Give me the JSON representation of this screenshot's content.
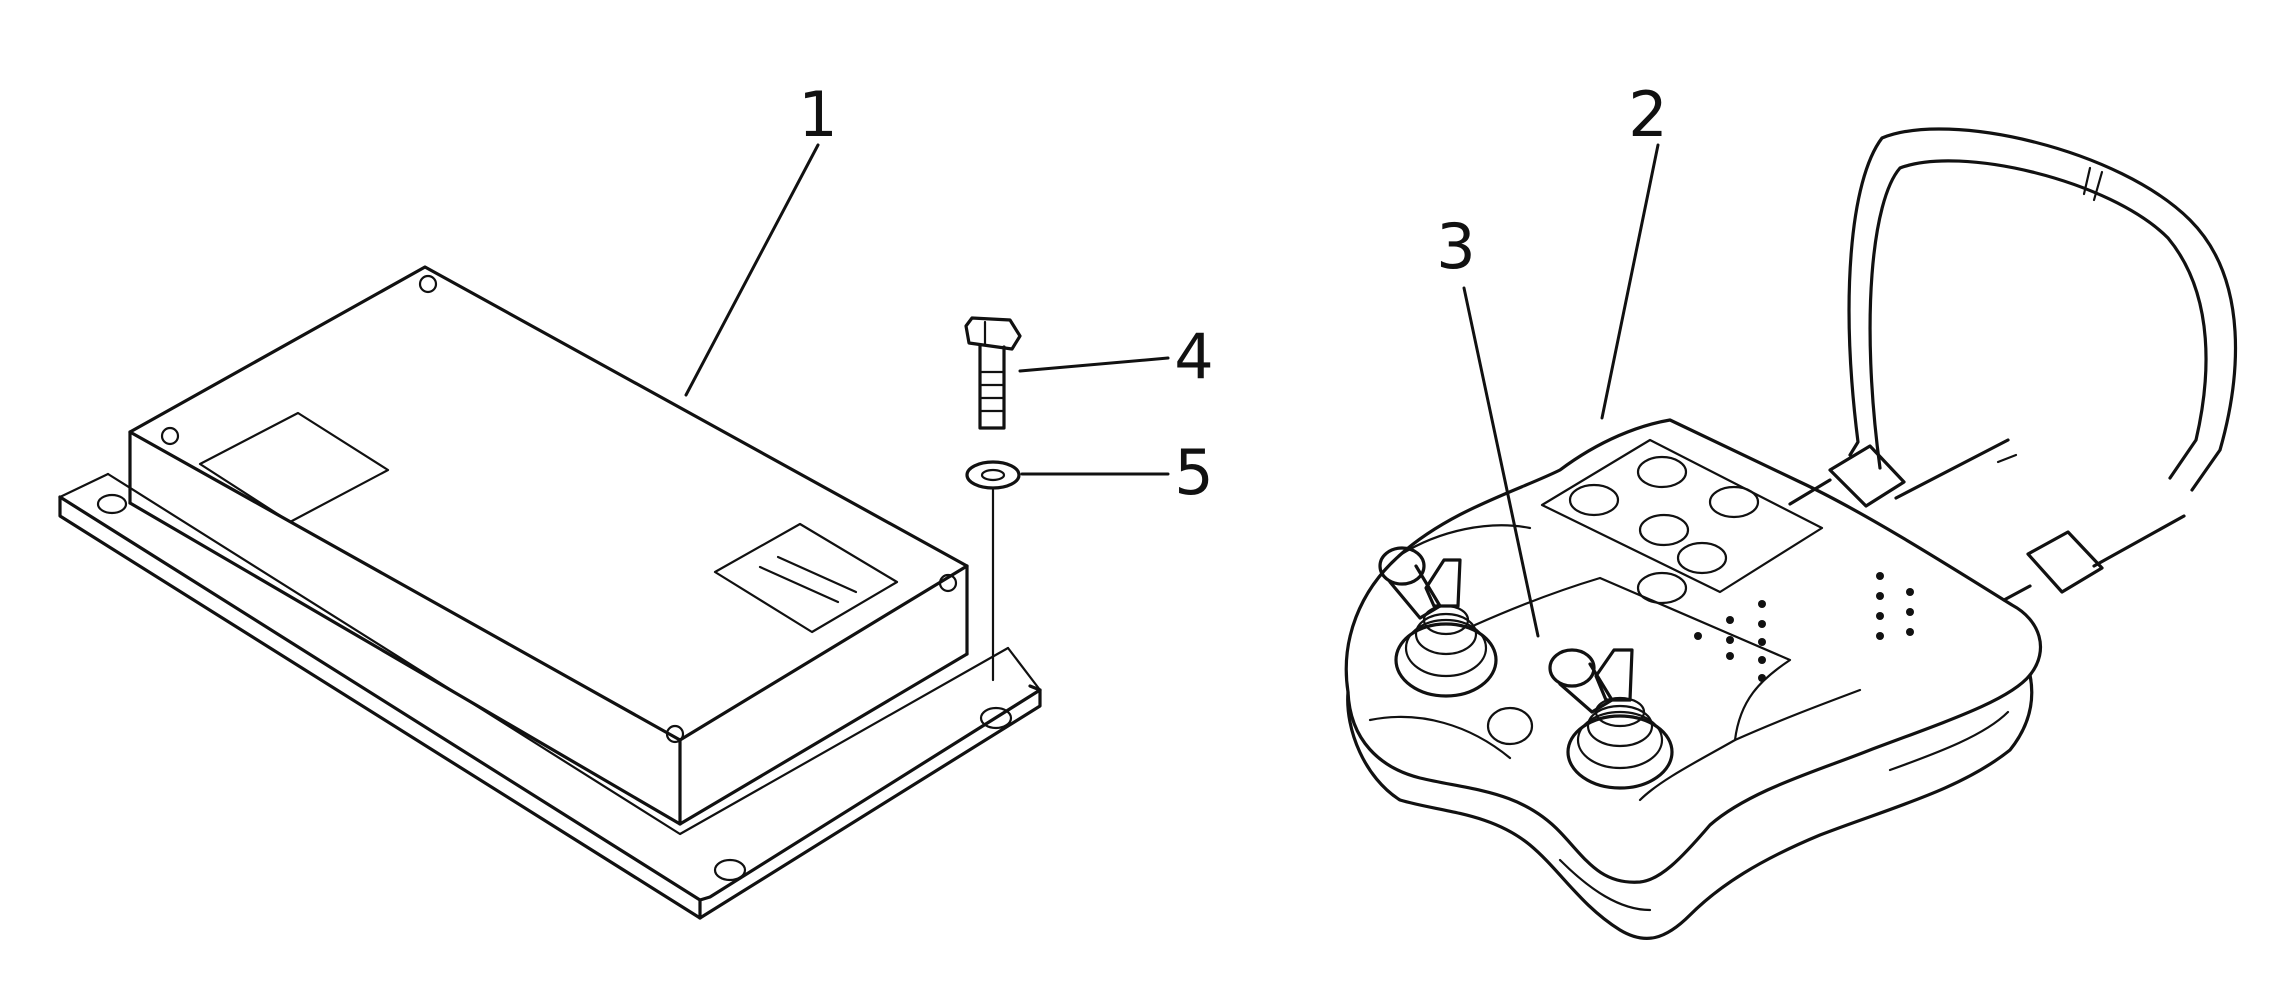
{
  "callouts": {
    "part1": "1",
    "part2": "2",
    "part3": "3",
    "part4": "4",
    "part5": "5"
  }
}
